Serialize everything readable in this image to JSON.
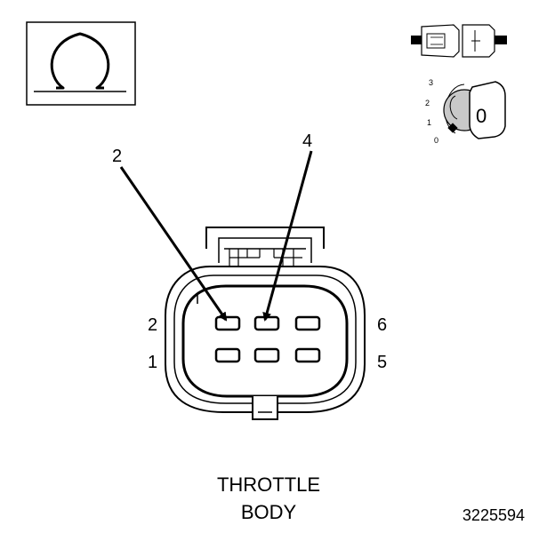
{
  "symbols": {
    "ohm_icon": "ohm-symbol-icon",
    "disconnected_connector_icon": "disconnected-connector-icon",
    "ignition_key_icon": "ignition-key-icon"
  },
  "ignition": {
    "positions": [
      "3",
      "2",
      "1",
      "0"
    ],
    "key_label": "0"
  },
  "probe_labels": {
    "left": "2",
    "right": "4"
  },
  "pin_labels": {
    "top_left": "2",
    "bottom_left": "1",
    "top_right": "6",
    "bottom_right": "5"
  },
  "caption": {
    "line1": "THROTTLE",
    "line2": "BODY"
  },
  "figure_id": "3225594",
  "colors": {
    "ink": "#000000",
    "paper": "#ffffff",
    "dial": "#c8c8c8"
  }
}
